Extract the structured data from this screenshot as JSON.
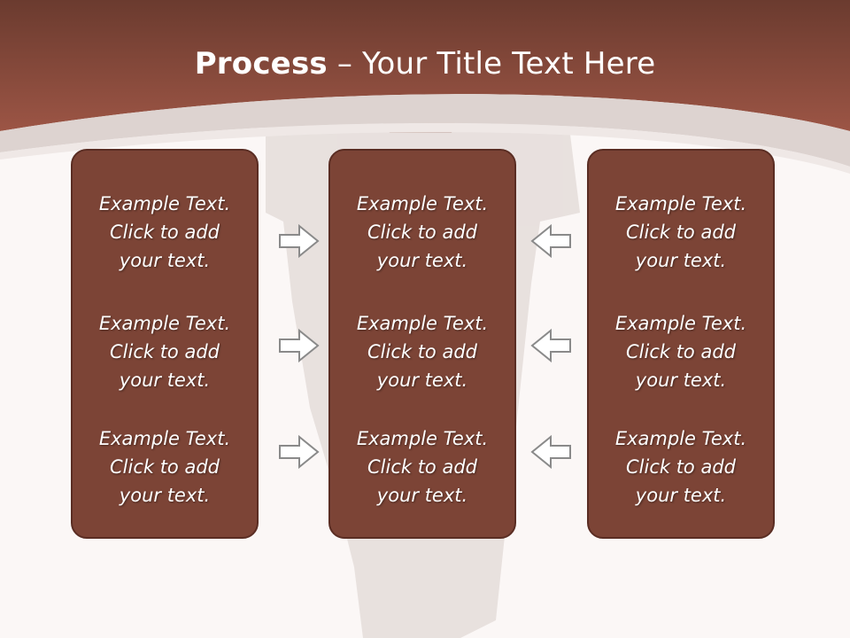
{
  "title": {
    "bold": "Process",
    "rest": " – Your Title Text Here"
  },
  "colors": {
    "header_dark": "#6b3b2f",
    "header_light": "#9c5545",
    "panel_fill": "#7c4436",
    "panel_border": "#5a2d23",
    "arrow_fill": "#ffffff",
    "arrow_stroke": "#8a8a8a"
  },
  "panels": [
    {
      "blocks": [
        {
          "lines": [
            "Example Text.",
            "Click  to add",
            "your text."
          ]
        },
        {
          "lines": [
            "Example Text.",
            "Click  to add",
            "your text."
          ]
        },
        {
          "lines": [
            "Example Text.",
            "Click  to add",
            "your text."
          ]
        }
      ]
    },
    {
      "blocks": [
        {
          "lines": [
            "Example Text.",
            "Click  to add",
            "your text."
          ]
        },
        {
          "lines": [
            "Example Text.",
            "Click  to add",
            "your text."
          ]
        },
        {
          "lines": [
            "Example Text.",
            "Click  to add",
            "your text."
          ]
        }
      ]
    },
    {
      "blocks": [
        {
          "lines": [
            "Example Text.",
            "Click  to add",
            "your text."
          ]
        },
        {
          "lines": [
            "Example Text.",
            "Click  to add",
            "your text."
          ]
        },
        {
          "lines": [
            "Example Text.",
            "Click  to add",
            "your text."
          ]
        }
      ]
    }
  ],
  "arrows": {
    "left_group": "arrow-right-icon",
    "right_group": "arrow-left-icon"
  }
}
